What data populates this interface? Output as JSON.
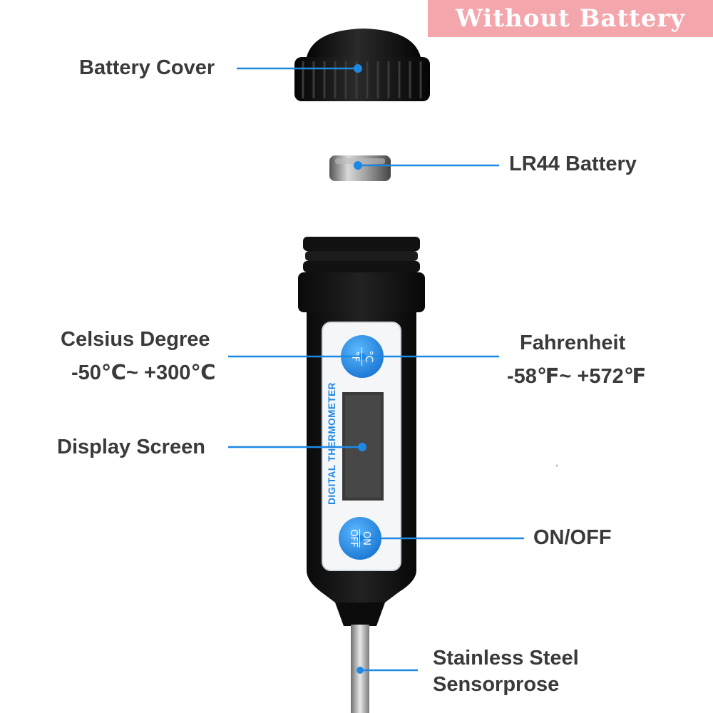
{
  "banner": {
    "text": "Without Battery",
    "color": "#f4a6ad"
  },
  "product": {
    "vertical_text": "DIGITAL THERMOMETER",
    "button_top": {
      "line1": "°C",
      "line2": "°F"
    },
    "button_bottom": {
      "line1": "ON",
      "line2": "OFF"
    }
  },
  "labels": {
    "battery_cover": "Battery Cover",
    "lr44_battery": "LR44 Battery",
    "celsius_title": "Celsius Degree",
    "celsius_range": "-50℃~ +300℃",
    "fahrenheit_title": "Fahrenheit",
    "fahrenheit_range": "-58℉~ +572℉",
    "display_screen": "Display Screen",
    "on_off": "ON/OFF",
    "probe_line1": "Stainless Steel",
    "probe_line2": "Sensorprose"
  },
  "colors": {
    "leader_line": "#1e88e5",
    "body": "#111111",
    "label_text": "#3a3a3a",
    "button": "#2196f3"
  }
}
